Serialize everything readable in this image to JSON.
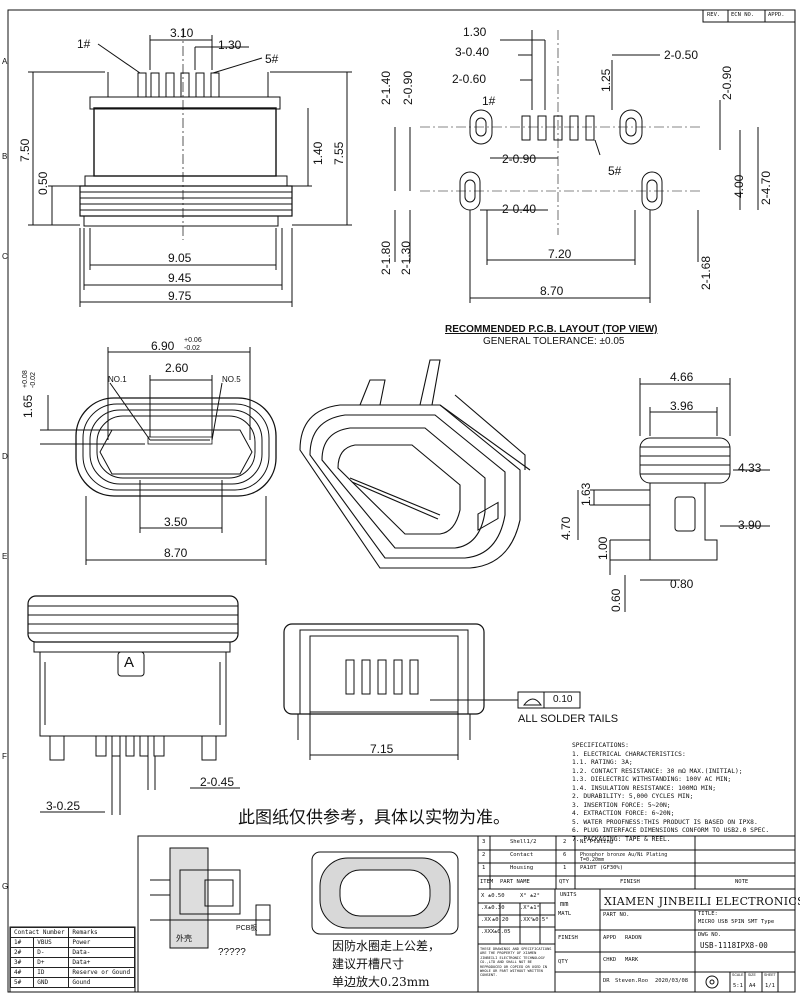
{
  "revision_block": [
    "REV.",
    "ECN NO.",
    "APPD."
  ],
  "grid_letters": [
    "A",
    "B",
    "C",
    "D",
    "E",
    "F",
    "G"
  ],
  "top_view": {
    "dims": {
      "d310": "3.10",
      "d130": "1.30",
      "d750": "7.50",
      "d050": "0.50",
      "d140": "1.40",
      "d755": "7.55",
      "d905": "9.05",
      "d945": "9.45",
      "d975": "9.75"
    },
    "pin1": "1#",
    "pin5": "5#"
  },
  "pcb": {
    "dims": {
      "a": "1.30",
      "b": "3-0.40",
      "c": "2-0.60",
      "d": "2-0.50",
      "e": "2-1.40",
      "f": "2-0.90",
      "g": "1.25",
      "h": "2-0.90",
      "i": "2-0.90",
      "j": "2-0.40",
      "k": "4.00",
      "l": "2-4.70",
      "m": "2-1.80",
      "n": "2-1.30",
      "o": "7.20",
      "p": "2-1.68",
      "q": "8.70"
    },
    "pin1": "1#",
    "pin5": "5#",
    "title": "RECOMMENDED P.C.B. LAYOUT (TOP VIEW)",
    "tolerance": "GENERAL TOLERANCE: ±0.05"
  },
  "front_view": {
    "d690": "6.90",
    "d690_tol_plus": "+0.06",
    "d690_tol_minus": "-0.02",
    "d260": "2.60",
    "d165": "1.65",
    "d165_tol_plus": "+0.08",
    "d165_tol_minus": "-0.02",
    "no1": "NO.1",
    "no5": "NO.5",
    "d350": "3.50",
    "d870": "8.70"
  },
  "side_view": {
    "d466": "4.66",
    "d396": "3.96",
    "d433": "4.33",
    "d163": "1.63",
    "d470": "4.70",
    "d390": "3.90",
    "d100": "1.00",
    "d080": "0.80",
    "d060": "0.60"
  },
  "bottom_view": {
    "letter": "A",
    "d245": "2-0.45",
    "d325": "3-0.25"
  },
  "rear_view": {
    "flat": "0.10",
    "solder": "ALL SOLDER TAILS",
    "d715": "7.15"
  },
  "specifications": {
    "heading": "SPECIFICATIONS:",
    "lines": [
      "1. ELECTRICAL CHARACTERISTICS:",
      "  1.1. RATING: 3A;",
      "  1.2. CONTACT RESISTANCE: 30 mΩ MAX.(INITIAL);",
      "  1.3. DIELECTRIC WITHSTANDING: 100V AC MIN;",
      "  1.4. INSULATION RESISTANCE: 100MΩ MIN;",
      "2. DURABILITY: 5,000 CYCLES MIN;",
      "3. INSERTION FORCE: 5~20N;",
      "4. EXTRACTION FORCE: 6~20N;",
      "5. WATER PROOFNESS:THIS PRODUCT IS BASED ON IPX8.",
      "6. PLUG INTERFACE DIMENSIONS CONFORM TO USB2.0 SPEC.",
      "7. PACKAGING: TAPE & REEL."
    ]
  },
  "notice": "此图纸仅供参考，具体以实物为准。",
  "pcb_label": "PCB板",
  "outer_label": "外壳",
  "qmarks": "?????",
  "gasket_note": [
    "因防水圈走上公差，",
    "建议开槽尺寸",
    "单边放大0.23mm"
  ],
  "bom": [
    {
      "item": "3",
      "part": "Shell1/2",
      "qty": "2",
      "finish": "Ni Plating"
    },
    {
      "item": "2",
      "part": "Contact",
      "qty": "6",
      "finish": "Phosphor bronze Au/Ni Plating T=0.20mm"
    },
    {
      "item": "1",
      "part": "Housing",
      "qty": "1",
      "finish": "PA10T (GF30%)"
    }
  ],
  "bom_header": {
    "item": "ITEM",
    "part": "PART NAME",
    "qty": "QTY",
    "finish": "FINISH",
    "note": "NOTE"
  },
  "tolerances": {
    "units_label": "UNITS",
    "units": "mm",
    "rows": [
      [
        "X",
        "±0.50",
        "X°",
        "±2°"
      ],
      [
        ".X",
        "±0.30",
        ".X°",
        "±1°"
      ],
      [
        ".XX",
        "±0.20",
        ".XX°",
        "±0.5°"
      ],
      [
        ".XXX",
        "±0.05"
      ]
    ]
  },
  "fine_print": "THESE DRAWINGS AND SPECIFICATIONS ARE THE PROPERTY OF XIAMEN JINBEILI ELECTRONIC TECHNOLOGY CO.,LTD AND SHALL NOT BE REPRODUCED OR COPIED OR USED IN WHOLE OR PART WITHOUT WRITTEN CONSENT.",
  "title_block": {
    "company": "XIAMEN JINBEILI ELECTRONICS",
    "matl": "MATL",
    "part_no": "PART NO.",
    "title_label": "TITLE:",
    "title": "MICRO USB 5PIN SMT Type",
    "finish": "FINISH",
    "appd": "APPD",
    "appd_name": "RADON",
    "chkd": "CHKD",
    "chkd_name": "MARK",
    "dwg_no_label": "DWG NO.",
    "dwg_no": "USB-1118IPX8-00",
    "dr": "DR",
    "dr_name": "Steven.Roo",
    "date": "2020/03/08",
    "qty": "QTY",
    "scale": "SCALE",
    "size": "SIZE",
    "sheet": "SHEET",
    "scale_v": "5:1",
    "size_v": "A4",
    "sheet_v": "1/1"
  },
  "pinout": {
    "headers": [
      "Contact Number",
      "Remarks"
    ],
    "rows": [
      [
        "1#",
        "VBUS",
        "Power"
      ],
      [
        "2#",
        "D-",
        "Data-"
      ],
      [
        "3#",
        "D+",
        "Data+"
      ],
      [
        "4#",
        "ID",
        "Reserve or Gound"
      ],
      [
        "5#",
        "GND",
        "Gound"
      ]
    ]
  }
}
